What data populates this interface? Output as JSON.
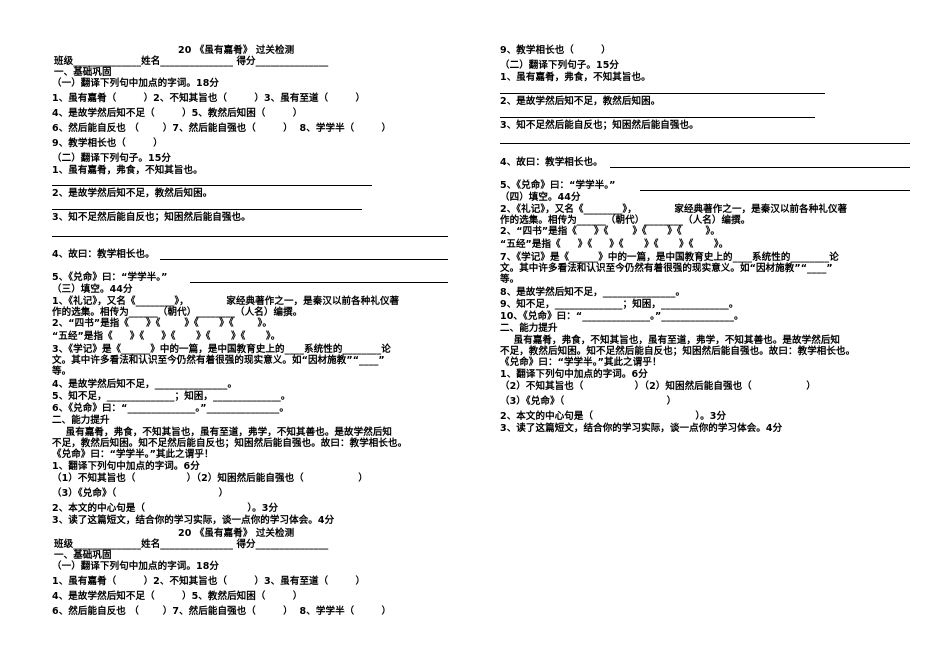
{
  "left": {
    "title": "20 《虽有嘉肴》 过关检测",
    "header_line": "班级______________姓名_______________ 得分_______________",
    "sec1": "一、基础巩固",
    "s1a": "（一）翻译下列句中加点的字词。18分",
    "q1": "1、虽有嘉肴（        ）2、不知其旨也（        ）3、虽有至道（        ）",
    "q4": "4、是故学然后知不足（        ）5、教然后知困（        ）",
    "q6": "6、然后能自反也 （       ）7、然后能自强也（        ）  8、学学半（        ）",
    "q9": "9、教学相长也（        ）",
    "s1b": "（二）翻译下列句子。15分",
    "t1": "1、虽有嘉肴，弗食，不知其旨也。",
    "t2": "2、是故学然后知不足，教然后知困。",
    "t3": "3、知不足然后能自反也；知困然后能自强也。",
    "t4": "4、故曰：教学相长也。",
    "t5": "5、《兑命》曰：“学学半。”",
    "s1c": "（三）填空。44分",
    "f1a": "1、《礼记》，又名《________》，           家经典著作之一，是秦汉以前各种礼仪著",
    "f1b": "作的选集。相传为______（朝代）________（人名）编撰。",
    "f2": "2、“四书”是指《     》《       》《      》《       》。",
    "f3": "“五经”是指《     》《     》《      》《      》《      》。",
    "f4a": "3、《学记》是《______》中的一篇，是中国教育史上的____系统性的________论",
    "f4b": "文。其中许多看法和认识至今仍然有着很强的现实意义。如“因材施教”“____”",
    "f4c": "等。",
    "f5": "4、是故学然后知不足，_______________。",
    "f6": "5、知不足，______________；知困，______________。",
    "f7": "6、《兑命》曰：“______________。”_______________。",
    "sec2": "二、能力提升",
    "p1": "    虽有嘉肴，弗食，不知其旨也，虽有至道，弗学，不知其善也。是故学然后知",
    "p2": "不足，教然后知困。知不足然后能自反也；知困然后能自强也。故曰：教学相长也。",
    "p3": "《兑命》曰：“学学半。”其此之谓乎！",
    "c1": "1、翻译下列句中加点的字词。6分",
    "c1a": "（1）不知其旨也（               ）（2）知困然后能自强也（                ）",
    "c1b": "（3）《兑命》（                              ）",
    "c2": "2、本文的中心句是（                              ）。3分",
    "c3": "3、读了这篇短文，结合你的学习实际，谈一点你的学习体会。4分",
    "title2": "20 《虽有嘉肴》 过关检测",
    "header_line2": "班级______________姓名_______________ 得分_______________",
    "sec1b": "一、基础巩固",
    "s1a2": "（一）翻译下列句中加点的字词。18分",
    "q1b": "1、虽有嘉肴（        ）2、不知其旨也（        ）3、虽有至道（        ）",
    "q4b": "4、是故学然后知不足（        ）5、教然后知困（        ）",
    "q6b": "6、然后能自反也 （       ）7、然后能自强也（        ）  8、学学半（        ）"
  },
  "right": {
    "q9": "9、教学相长也（        ）",
    "s1b": "（二）翻译下列句子。15分",
    "t1": "1、虽有嘉肴，弗食，不知其旨也。",
    "t2": "2、是故学然后知不足，教然后知困。",
    "t3": "3、知不足然后能自反也；知困然后能自强也。",
    "t4": "4、故曰：教学相长也。",
    "t5": "5、《兑命》曰：“学学半。”",
    "s1c": "（四）填空。44分",
    "f1a": "2、《礼记》，又名《________》，           家经典著作之一，是秦汉以前各种礼仪著",
    "f1b": "作的选集。相传为______（朝代）________（人名）编撰。",
    "f2": "2、“四书”是指《     》《       》《      》《       》。",
    "f3": "“五经”是指《     》《     》《      》《      》《      》。",
    "f4a": "7、《学记》是《______》中的一篇，是中国教育史上的____系统性的________论",
    "f4b": "文。其中许多看法和认识至今仍然有着很强的现实意义。如“因材施教”“____”",
    "f4c": "等。",
    "f5": "8、是故学然后知不足，_______________。",
    "f6": "9、知不足，______________；知困，______________。",
    "f7": "10、《兑命》曰：“______________。”_______________。",
    "sec2": "二、能力提升",
    "p1": "    虽有嘉肴，弗食，不知其旨也，虽有至道，弗学，不知其善也。是故学然后知",
    "p2": "不足，教然后知困。知不足然后能自反也；知困然后能自强也。故曰：教学相长也。",
    "p3": "《兑命》曰：“学学半。”其此之谓乎！",
    "c1": "1、翻译下列句中加点的字词。6分",
    "c1a": "（2）不知其旨也（               ）（2）知困然后能自强也（                ）",
    "c1b": "（3）《兑命》（                              ）",
    "c2": "2、本文的中心句是（                              ）。3分",
    "c3": "3、读了这篇短文，结合你的学习实际，谈一点你的学习体会。4分"
  }
}
